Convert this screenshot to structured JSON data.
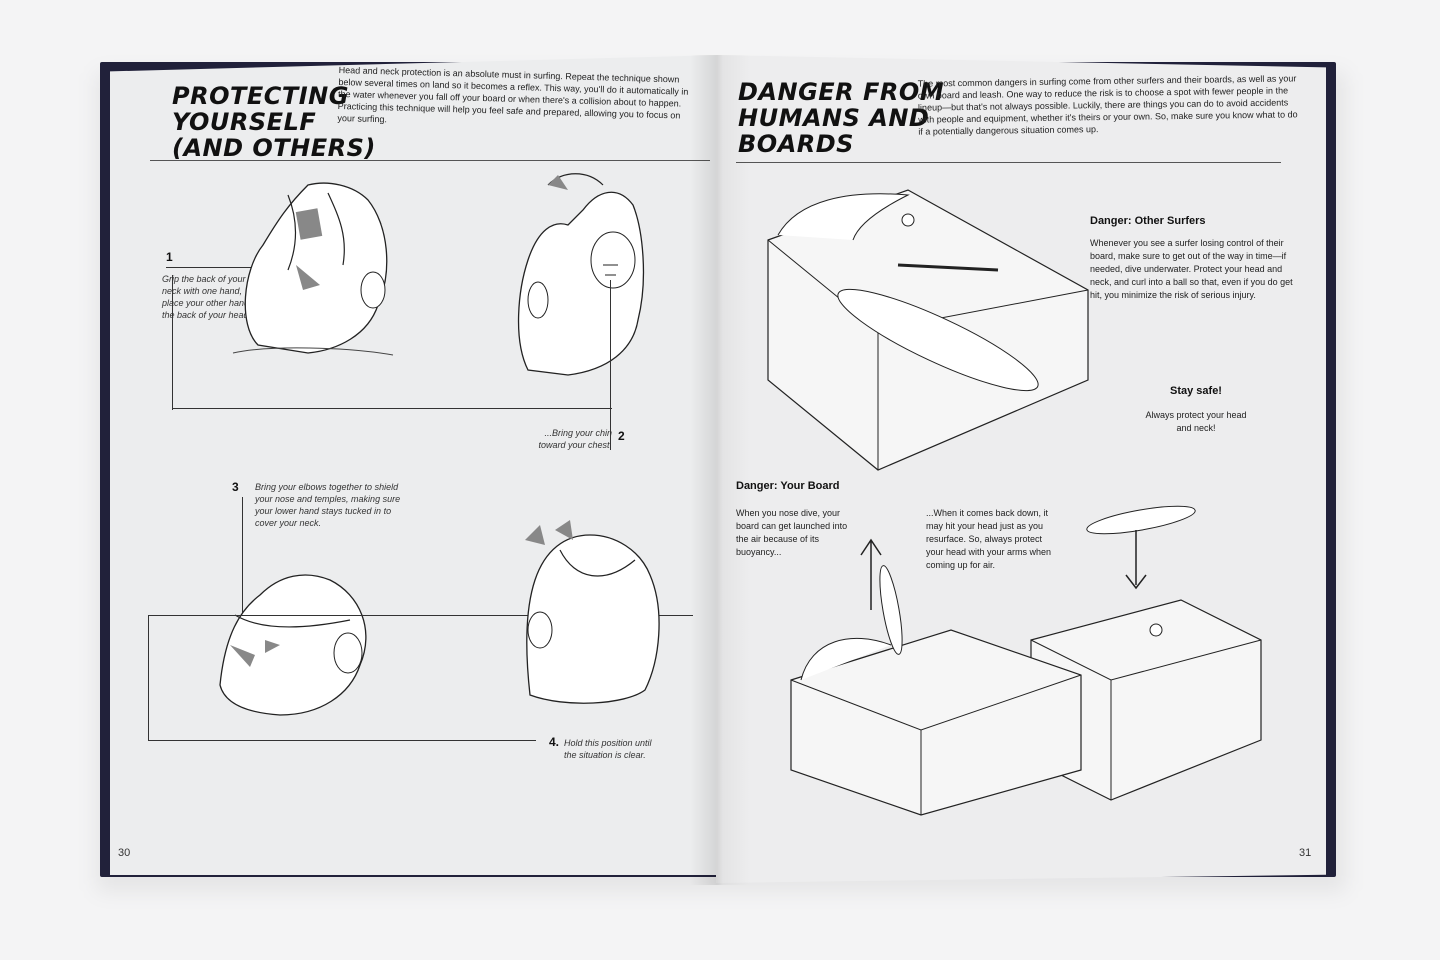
{
  "left_page": {
    "title": "PROTECTING\nYOURSELF\n(AND OTHERS)",
    "intro": "Head and neck protection is an absolute must in surfing. Repeat the technique shown below several times on land so it becomes a reflex. This way, you'll do it automatically in the water whenever you fall off your board or when there's a collision about to happen. Practicing this technique will help you feel safe and prepared, allowing you to focus on your surfing.",
    "page_number": "30",
    "steps": [
      {
        "number": "1",
        "text": "Grip the back of your neck with one hand, place your other hand on the back of your head..."
      },
      {
        "number": "2",
        "text": "...Bring your chin toward your chest."
      },
      {
        "number": "3",
        "text": "Bring your elbows together to shield your nose and temples, making sure your lower hand stays tucked in to cover your neck."
      },
      {
        "number": "4.",
        "text": "Hold this position until the situation is clear."
      }
    ]
  },
  "right_page": {
    "title": "DANGER FROM\nHUMANS AND\nBOARDS",
    "intro": "The most common dangers in surfing come from other surfers and their boards, as well as your own board and leash. One way to reduce the risk is to choose a spot with fewer people in the lineup—but that's not always possible. Luckily, there are things you can do to avoid accidents with people and equipment, whether it's theirs or your own. So, make sure you know what to do if a potentially dangerous situation comes up.",
    "page_number": "31",
    "other_surfers": {
      "heading": "Danger: Other Surfers",
      "text": "Whenever you see a surfer losing control of their board, make sure to get out of the way in time—if needed, dive underwater. Protect your head and neck, and curl into a ball so that, even if you do get hit, you minimize the risk of serious injury."
    },
    "stay_safe": {
      "heading": "Stay safe!",
      "text": "Always protect your head and neck!"
    },
    "your_board": {
      "heading": "Danger: Your Board",
      "text1": "When you nose dive, your board can get launched into the air because of its buoyancy...",
      "text2": "...When it comes back down, it may hit your head just as you resurface. So, always protect your head with your arms when coming up for air."
    }
  }
}
